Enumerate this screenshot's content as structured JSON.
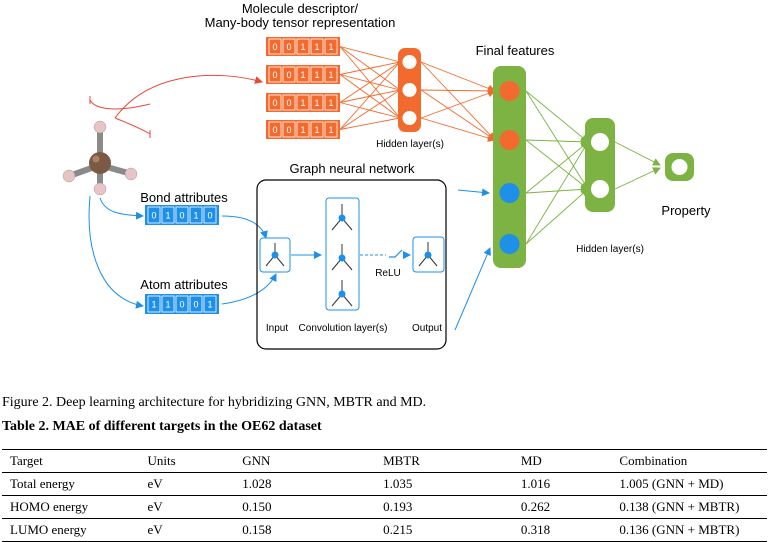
{
  "figure": {
    "labels": {
      "descriptor_line1": "Molecule descriptor/",
      "descriptor_line2": "Many-body tensor representation",
      "hidden_top": "Hidden layer(s)",
      "final_features": "Final features",
      "graph_nn": "Graph neural network",
      "bond_attributes": "Bond attributes",
      "atom_attributes": "Atom attributes",
      "input": "Input",
      "convolution": "Convolution layer(s)",
      "relu": "ReLU",
      "output": "Output",
      "hidden_right": "Hidden layer(s)",
      "property": "Property"
    },
    "descriptor_bits": [
      "0",
      "0",
      "1",
      "1",
      "1"
    ],
    "bond_bits": [
      "0",
      "1",
      "0",
      "1",
      "0"
    ],
    "atom_bits": [
      "1",
      "1",
      "0",
      "0",
      "1"
    ],
    "colors": {
      "orange": "#f26a2e",
      "blue": "#1e90e8",
      "green": "#7cb342",
      "dark_green": "#5d8f2a",
      "carbon": "#7a5a44",
      "hydrogen": "#e6c4c8"
    }
  },
  "caption": "Figure 2. Deep learning architecture for hybridizing GNN, MBTR and MD.",
  "table": {
    "title": "Table 2. MAE of different targets in the OE62 dataset",
    "headers": [
      "Target",
      "Units",
      "GNN",
      "MBTR",
      "MD",
      "Combination"
    ],
    "rows": [
      [
        "Total energy",
        "eV",
        "1.028",
        "1.035",
        "1.016",
        "1.005 (GNN + MD)"
      ],
      [
        "HOMO energy",
        "eV",
        "0.150",
        "0.193",
        "0.262",
        "0.138 (GNN + MBTR)"
      ],
      [
        "LUMO energy",
        "eV",
        "0.158",
        "0.215",
        "0.318",
        "0.136 (GNN + MBTR)"
      ]
    ]
  }
}
